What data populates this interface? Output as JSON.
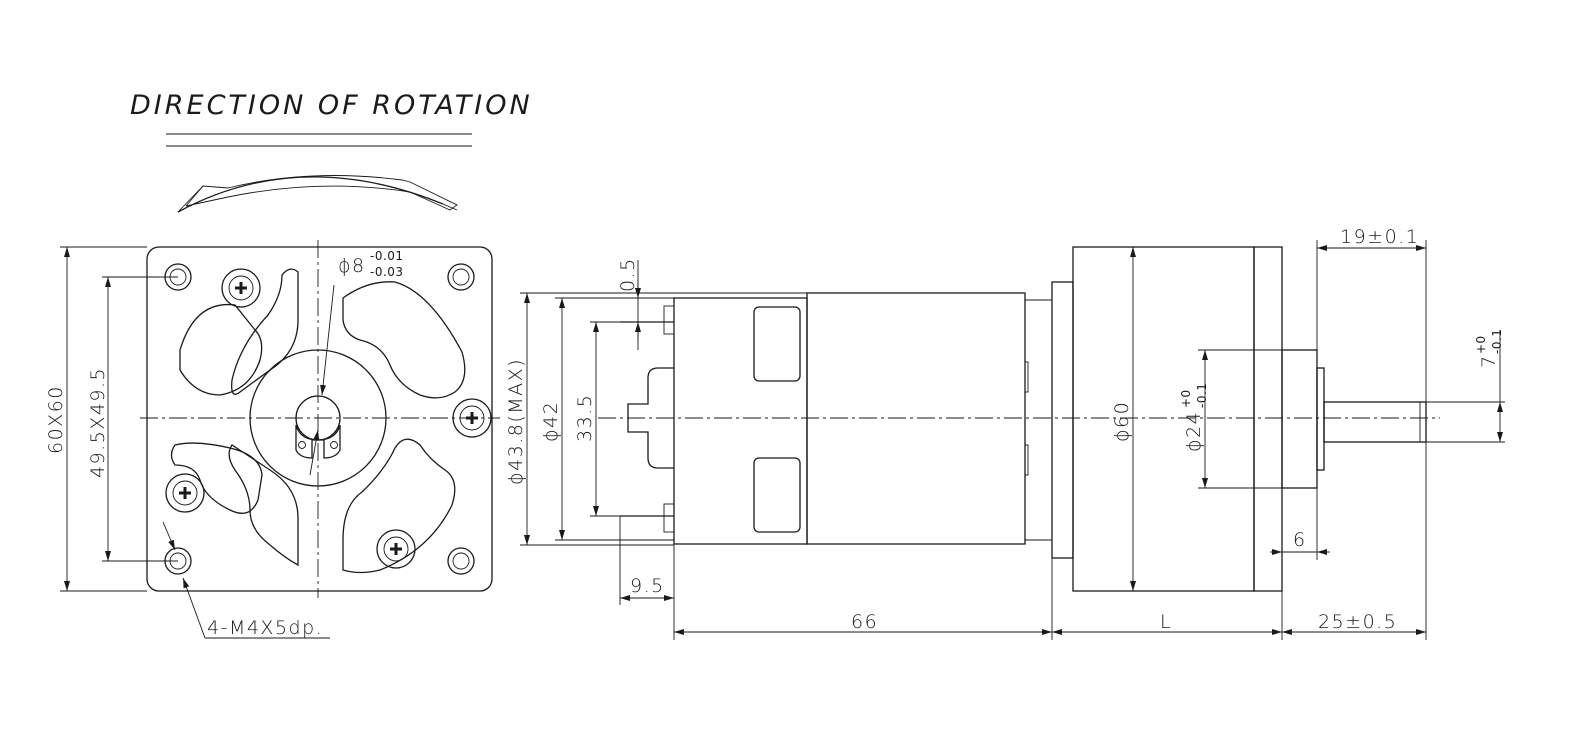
{
  "title": "DIRECTION OF ROTATION",
  "dims": {
    "shaft_dia": "ϕ8",
    "shaft_tol_upper": "-0.01",
    "shaft_tol_lower": "-0.03",
    "flange_size": "60X60",
    "hole_spacing": "49.5X49.5",
    "holes": "4-M4X5dp.",
    "gap": "0.5",
    "motor_max_dia": "ϕ43.8(MAX)",
    "motor_dia": "ϕ42",
    "terminal_span": "33.5",
    "terminal_offset": "9.5",
    "motor_length": "66",
    "gearbox_length": "L",
    "gearbox_dia": "ϕ60",
    "boss_dia": "ϕ24",
    "boss_tol_upper": "+0",
    "boss_tol_lower": "-0.1",
    "boss_length": "6",
    "shaft_length": "25±0.5",
    "flat_length": "19±0.1",
    "flat_size": "7",
    "flat_tol_upper": "+0",
    "flat_tol_lower": "-0.1"
  }
}
